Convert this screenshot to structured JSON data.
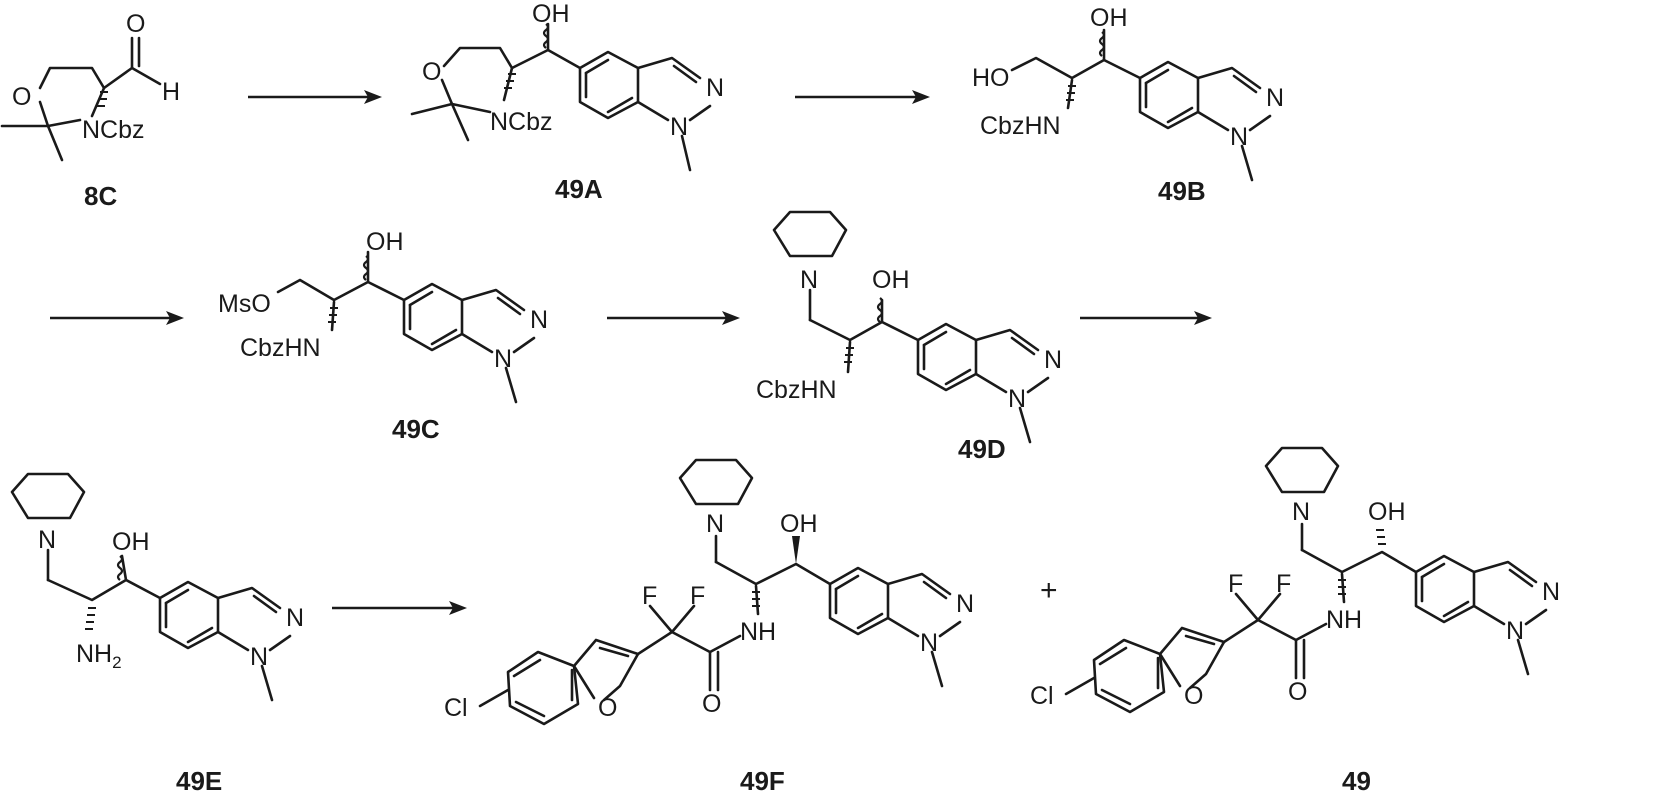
{
  "compounds": {
    "c8C": "8C",
    "c49A": "49A",
    "c49B": "49B",
    "c49C": "49C",
    "c49D": "49D",
    "c49E": "49E",
    "c49F": "49F",
    "c49": "49"
  },
  "atoms": {
    "O": "O",
    "H": "H",
    "N": "N",
    "OH": "OH",
    "HO": "HO",
    "Cl": "Cl",
    "F": "F",
    "NCbz": "NCbz",
    "CbzHN": "CbzHN",
    "MsO": "MsO",
    "NH": "NH",
    "NH2_main": "NH",
    "NH2_sub": "2"
  },
  "plus_sign": "+"
}
